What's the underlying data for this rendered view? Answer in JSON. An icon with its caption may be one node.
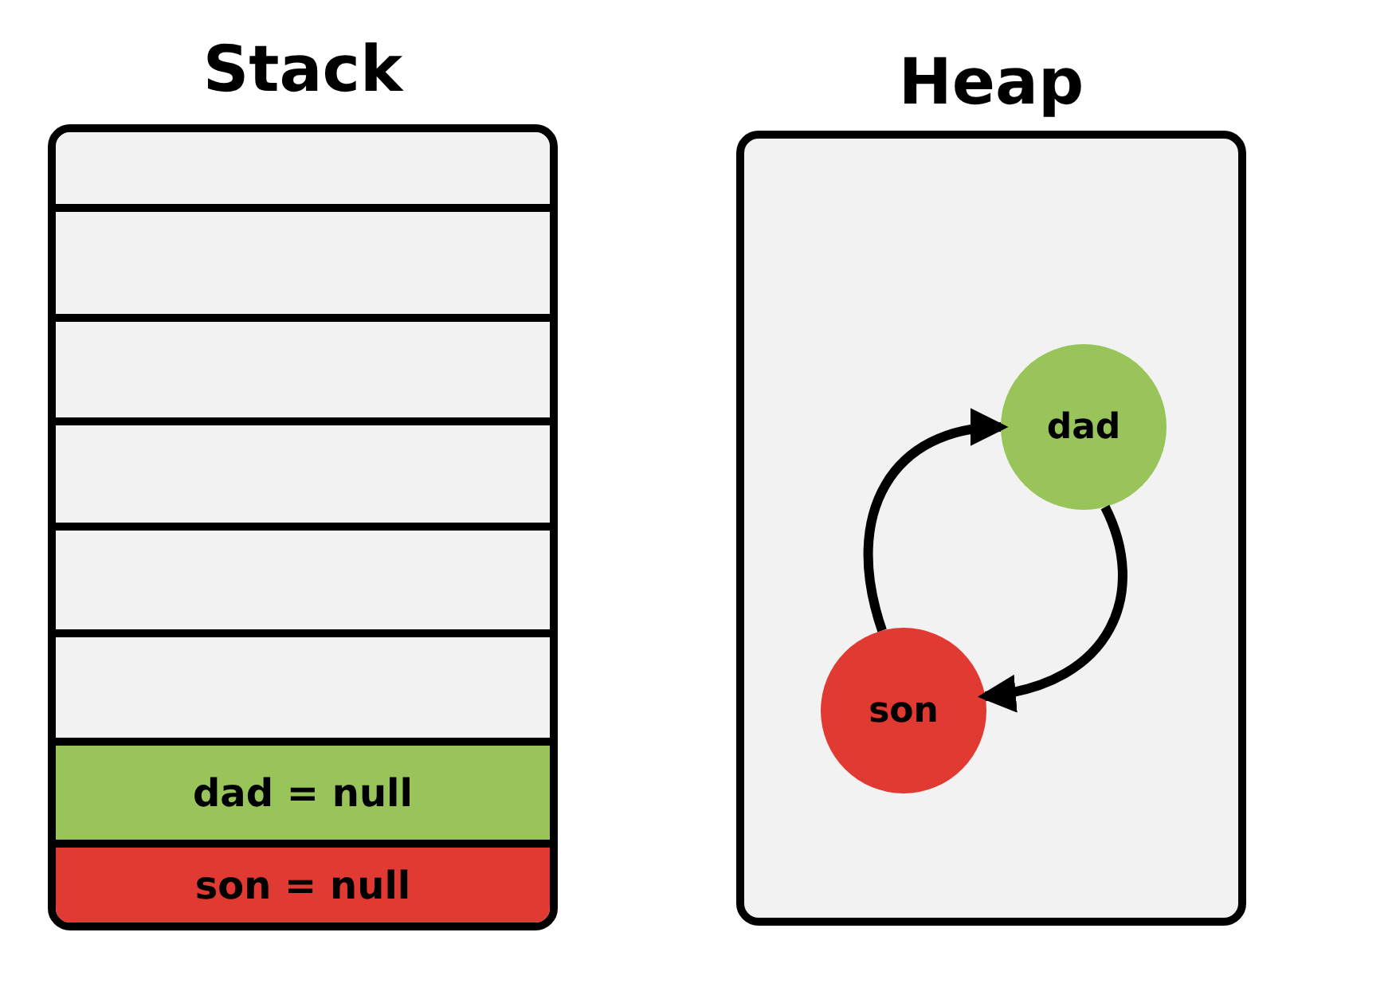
{
  "diagram": {
    "nodes": [
      {
        "text": [
          "Stack"
        ]
      },
      {
        "text": [],
        "shape": "box",
        "in": 0
      },
      {
        "text": [],
        "shape": "box",
        "in": 0
      },
      {
        "text": [],
        "shape": "box",
        "in": 0
      },
      {
        "text": [],
        "shape": "box",
        "in": 0
      },
      {
        "text": [],
        "shape": "box",
        "in": 0
      },
      {
        "text": [],
        "shape": "box",
        "in": 0
      },
      {
        "text": [
          "dad = null"
        ],
        "in": 0
      },
      {
        "text": [
          "son = null"
        ],
        "in": 0
      },
      {
        "text": [
          "Heap"
        ]
      },
      {
        "text": [
          "dad"
        ],
        "in": 9
      },
      {
        "text": [
          "son"
        ],
        "in": 9
      }
    ],
    "edges": [
      {
        "from": 11,
        "to": 10,
        "arrow": "to"
      },
      {
        "from": 10,
        "to": 11,
        "arrow": "to"
      }
    ]
  }
}
